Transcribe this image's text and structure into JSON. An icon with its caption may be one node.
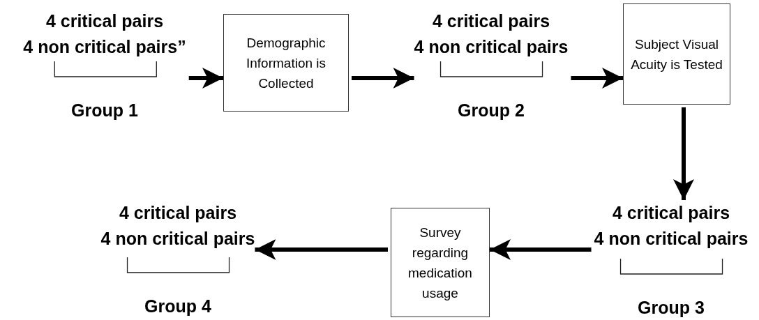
{
  "diagram": {
    "nodes": [
      {
        "text": [
          "4 critical pairs",
          "4 non critical pairs”",
          "Group 1"
        ]
      },
      {
        "text": [
          "Demographic Information is Collected"
        ]
      },
      {
        "text": [
          "4 critical pairs",
          "4 non critical pairs",
          "Group 2"
        ]
      },
      {
        "text": [
          "Subject Visual Acuity is Tested"
        ]
      },
      {
        "text": [
          "4 critical pairs",
          "4 non critical pairs",
          "Group 3"
        ]
      },
      {
        "text": [
          "Survey regarding medication usage"
        ]
      },
      {
        "text": [
          "4 critical pairs",
          "4 non critical pairs",
          "Group 4"
        ]
      }
    ],
    "edges": [
      {
        "from": 0,
        "to": 1,
        "arrow": "to"
      },
      {
        "from": 1,
        "to": 2,
        "arrow": "to"
      },
      {
        "from": 2,
        "to": 3,
        "arrow": "to"
      },
      {
        "from": 3,
        "to": 4,
        "arrow": "to"
      },
      {
        "from": 4,
        "to": 5,
        "arrow": "to"
      },
      {
        "from": 5,
        "to": 6,
        "arrow": "to"
      }
    ]
  }
}
